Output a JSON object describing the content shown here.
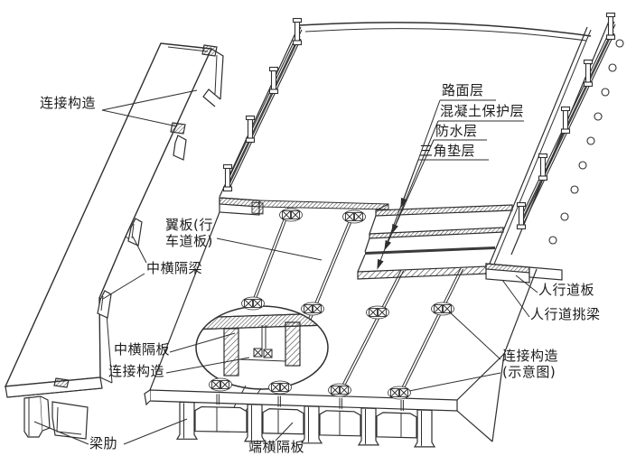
{
  "page": {
    "background": "#ffffff",
    "line_color": "#2f2f2f"
  },
  "diagram": {
    "labels": {
      "connector_top_left": "连接构造",
      "pavement_layer": "路面层",
      "concrete_protective_layer": "混凝土保护层",
      "waterproofing_layer": "防水层",
      "triangular_bedding_layer": "三角垫层",
      "wing_slab": "翼板(行\n车道板)",
      "mid_transverse_beam": "中横隔梁",
      "mid_transverse_diaphragm": "中横隔板",
      "connector_mid": "连接构造",
      "sidewalk_slab": "人行道板",
      "sidewalk_cantilever": "人行道挑梁",
      "connector_schematic": "连接构造\n(示意图)",
      "beam_rib": "梁肋",
      "end_transverse_diaphragm": "端横隔板"
    }
  }
}
